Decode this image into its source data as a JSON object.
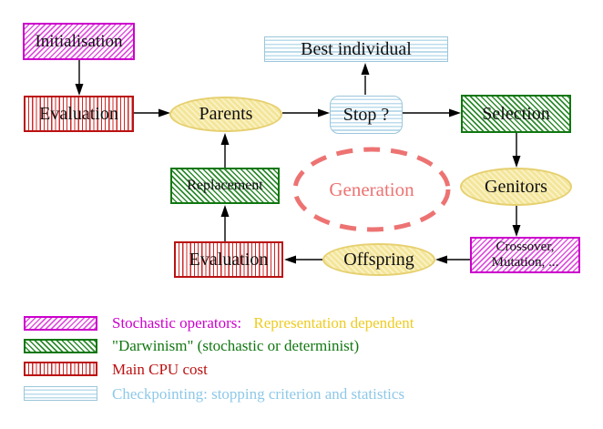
{
  "nodes": {
    "initialisation": {
      "label": "Initialisation"
    },
    "evaluation_top": {
      "label": "Evaluation"
    },
    "parents": {
      "label": "Parents"
    },
    "best_individual": {
      "label": "Best individual"
    },
    "stop": {
      "label": "Stop ?"
    },
    "selection": {
      "label": "Selection"
    },
    "replacement": {
      "label": "Replacement"
    },
    "generation": {
      "label": "Generation"
    },
    "genitors": {
      "label": "Genitors"
    },
    "evaluation_bottom": {
      "label": "Evaluation"
    },
    "crossover_mutation": {
      "line1": "Crossover,",
      "line2": "Mutation, ..."
    },
    "offspring": {
      "label": "Offspring"
    }
  },
  "legend": {
    "items": [
      {
        "label": "Stochastic operators:",
        "label2": "Representation dependent"
      },
      {
        "label": "\"Darwinism\" (stochastic or determinist)"
      },
      {
        "label": "Main CPU cost"
      },
      {
        "label": "Checkpointing: stopping criterion and statistics"
      }
    ]
  },
  "colors": {
    "magenta": "#cc00cc",
    "magenta-line": "#dd55dd",
    "green": "#117711",
    "green-line": "#2e8b2e",
    "red": "#bb1111",
    "red-line": "#cc2a2a",
    "cyan-border": "#9cc6da",
    "cyan-line": "#bcdcec",
    "cyan-text": "#8ec8e8",
    "yellow-border": "#e6d070",
    "yellow-fill": "#f3e59a",
    "yellow-line": "#faf2c6",
    "gold": "#eecc22",
    "salmon": "#ed7373",
    "ink": "#111111"
  }
}
